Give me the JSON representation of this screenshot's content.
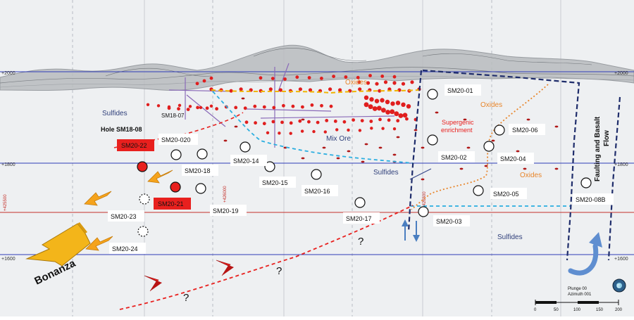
{
  "elevations": {
    "e2000": "+2000",
    "e1800": "+1800",
    "e1600": "+1600"
  },
  "northings": {
    "n1": "+425500",
    "n2": "+426000",
    "n3": "+426500"
  },
  "zones": {
    "oxides_top": "Oxides",
    "oxides_right1": "Oxides",
    "oxides_right2": "Oxides",
    "sulfides_left": "Sulfides",
    "sulfides_mid": "Sulfides",
    "sulfides_bottom": "Sulfides",
    "mix_ore": "Mix Ore",
    "supergenic_line1": "Supergenic",
    "supergenic_line2": "enrichment",
    "faulting_line1": "Faulting and Basalt",
    "faulting_line2": "Flow"
  },
  "holes": {
    "sm18_07": "SM18-07",
    "hole_sm18_08": "Hole SM18-08",
    "sm20_01": "SM20-01",
    "sm20_02": "SM20-02",
    "sm20_03": "SM20-03",
    "sm20_04": "SM20-04",
    "sm20_05": "SM20-05",
    "sm20_06": "SM20-06",
    "sm20_08b": "SM20-08B",
    "sm20_14": "SM20-14",
    "sm20_15": "SM20-15",
    "sm20_16": "SM20-16",
    "sm20_17": "SM20-17",
    "sm20_18": "SM20-18",
    "sm20_19": "SM20-19",
    "sm20_020": "SM20-020",
    "sm20_21": "SM20-21",
    "sm20_22": "SM20-22",
    "sm20_23": "SM20-23",
    "sm20_24": "SM20-24"
  },
  "bonanza": "Bonanza",
  "question": "?",
  "legend": {
    "plunge": "Plunge 00",
    "azimuth": "Azimuth 001"
  },
  "scale": {
    "s0": "0",
    "s50": "50",
    "s100": "100",
    "s150": "150",
    "s200": "200"
  },
  "colors": {
    "red": "#e8201e",
    "navy": "#1f2d6b",
    "cyan": "#2aaee0",
    "orange": "#e8852a",
    "yellow": "#f0b400",
    "arrow": "#f5a31c"
  }
}
